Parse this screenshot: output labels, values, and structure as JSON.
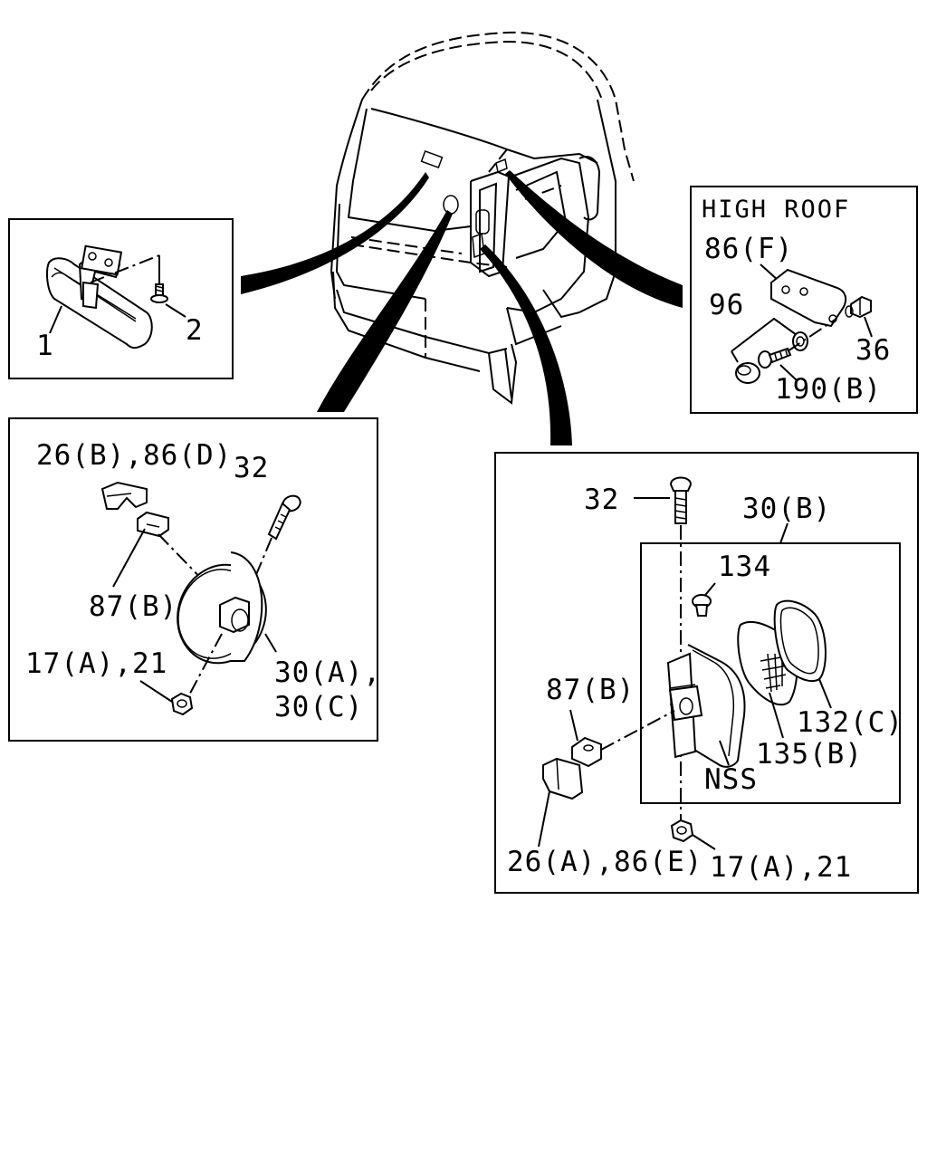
{
  "callouts": {
    "mirror_box": {
      "part_1": "1",
      "part_2": "2"
    },
    "high_roof_box": {
      "heading": "HIGH ROOF",
      "part_86f": "86(F)",
      "part_96": "96",
      "part_36": "36",
      "part_190b": "190(B)"
    },
    "round_lamp_box": {
      "part_26b_86d": "26(B),86(D)",
      "part_32": "32",
      "part_87b": "87(B)",
      "part_17a_21": "17(A),21",
      "part_30a": "30(A),",
      "part_30c": "30(C)"
    },
    "square_lamp_box": {
      "part_32": "32",
      "part_30b": "30(B)",
      "part_134": "134",
      "part_87b": "87(B)",
      "part_132c": "132(C)",
      "part_135b": "135(B)",
      "part_nss": "NSS",
      "part_26a_86e": "26(A),86(E)",
      "part_17a_21": "17(A),21"
    }
  }
}
